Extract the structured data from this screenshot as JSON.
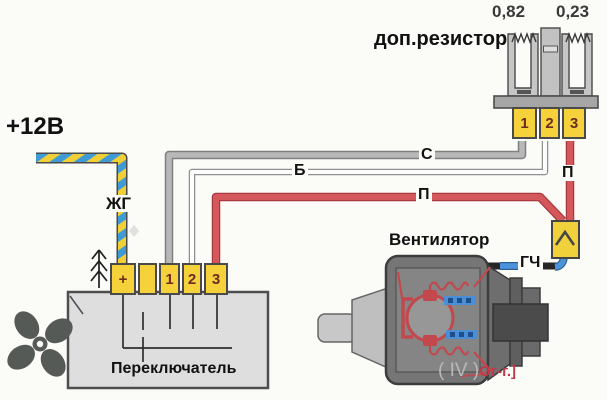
{
  "diagram": {
    "supply_label": "+12В",
    "resistor": {
      "title": "доп.резистор",
      "value_left": "0,82",
      "value_right": "0,23",
      "terminals": [
        "1",
        "2",
        "3"
      ]
    },
    "switch": {
      "title": "Переключатель",
      "terminals": [
        "+",
        "",
        "1",
        "2",
        "3"
      ]
    },
    "fan_label": "Вентилятор",
    "wires": {
      "zhg": "ЖГ",
      "s": "С",
      "b": "Б",
      "p_top": "П",
      "p_right": "П",
      "gch": "ГЧ"
    },
    "watermark": {
      "gray": "( IV )",
      "red": "Ог-г.]"
    },
    "colors": {
      "wire_red": "#d4575c",
      "wire_gray": "#b8b8b8",
      "wire_white": "#fdfdfd",
      "wire_blue": "#4d93da",
      "wire_black": "#262626",
      "stripe_yellow": "#f2cf35",
      "stripe_blue": "#3e9bd6",
      "terminal_yellow": "#f5d23c",
      "terminal_text": "#6d2b1f",
      "schematic_red": "#c2484e",
      "motor_gray": "#767676"
    }
  }
}
